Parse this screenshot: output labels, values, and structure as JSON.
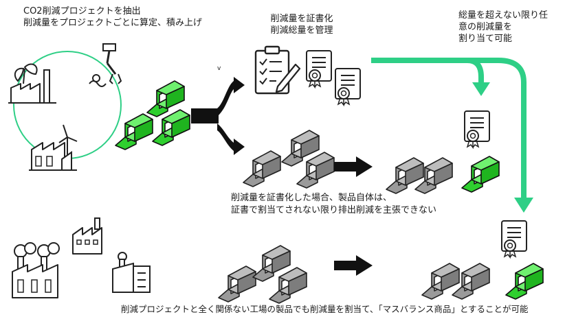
{
  "texts": {
    "top_left_line1": "CO2削減プロジェクトを抽出",
    "top_left_line2": "削減量をプロジェクトごとに算定、積み上げ",
    "top_center_line1": "削減量を証書化",
    "top_center_line2": "削減総量を管理",
    "top_right_line1": "総量を超えない限り任",
    "top_right_line2": "意の削減量を",
    "top_right_line3": "割り当て可能",
    "middle_line1": "削減量を証書化した場合、製品自体は、",
    "middle_line2": "証書で割当てされない限り排出削減を主張できない",
    "bottom_line": "削減プロジェクトと全く関係ない工場の製品でも削減量を割当て、「マスバランス商品」とすることが可能",
    "small_mark": "v"
  },
  "colors": {
    "accent_green": "#2ecf86",
    "beam_green": "#33dd33",
    "beam_gray": "#9a9a9a",
    "dark": "#111111"
  }
}
